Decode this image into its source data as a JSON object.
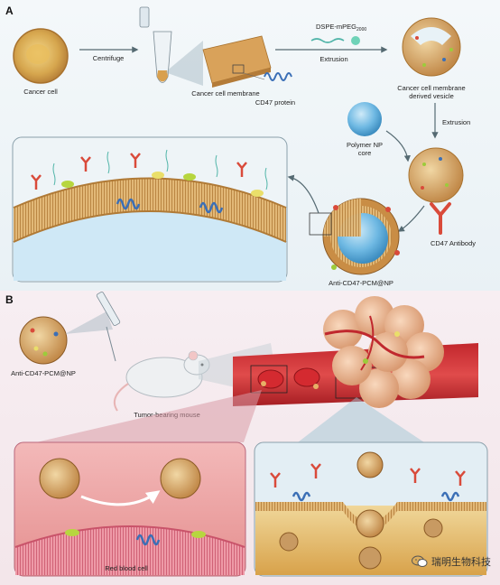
{
  "panels": {
    "a": {
      "letter": "A",
      "labels": {
        "cancer_cell": "Cancer cell",
        "centrifuge": "Centrifuge",
        "membrane": "Cancer cell membrane",
        "cd47_protein": "CD47 protein",
        "dspe": "DSPE-mPEG",
        "dspe_sub": "2000",
        "extrusion_top": "Extrusion",
        "vesicle_line1": "Cancer cell membrane",
        "vesicle_line2": "derived vesicle",
        "extrusion_right": "Extrusion",
        "polymer_line1": "Polymer NP",
        "polymer_line2": "core",
        "cd47_antibody": "CD47 Antibody",
        "anti_np": "Anti-CD47-PCM@NP"
      }
    },
    "b": {
      "letter": "B",
      "labels": {
        "anti_np": "Anti-CD47-PCM@NP",
        "mouse": "Tumor-bearing mouse",
        "rbc": "Red blood cell"
      }
    }
  },
  "watermark": {
    "text": "瑞明生物科技",
    "icon": "wechat-icon"
  },
  "colors": {
    "membrane": "#d9a25a",
    "antibody": "#d94a3a",
    "cd47": "#3b6fb6",
    "core": "#5ab0e0",
    "rbc": "#c8102e",
    "tumor": "#e7b08a",
    "panel_bg": "#e8f0f4"
  }
}
